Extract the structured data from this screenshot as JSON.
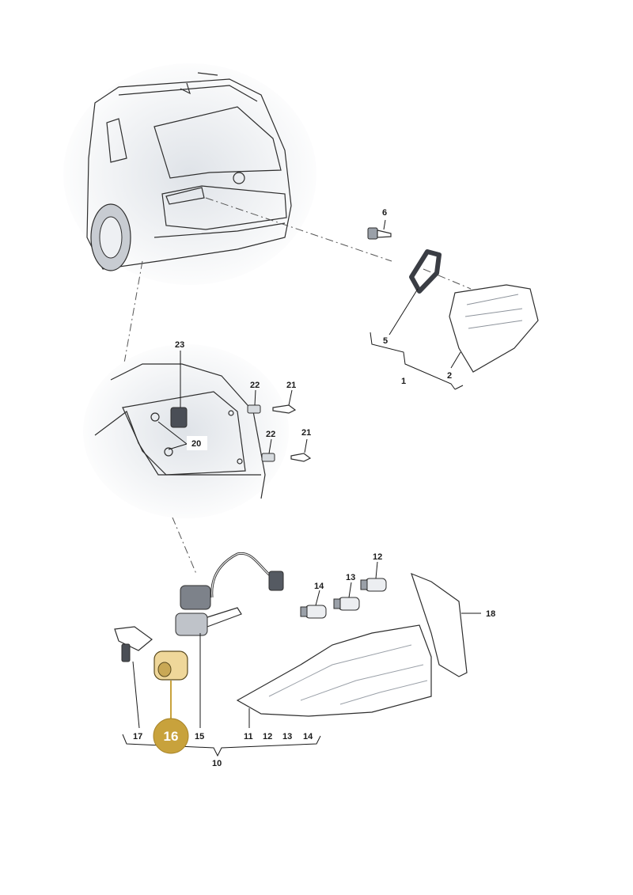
{
  "callouts": {
    "c1": "1",
    "c2": "2",
    "c5": "5",
    "c6": "6",
    "c10": "10",
    "c11": "11",
    "c12a": "12",
    "c12b": "12",
    "c13a": "13",
    "c13b": "13",
    "c14a": "14",
    "c14b": "14",
    "c15": "15",
    "c16": "16",
    "c17": "17",
    "c18": "18",
    "c20": "20",
    "c21a": "21",
    "c21b": "21",
    "c22a": "22",
    "c22b": "22",
    "c23": "23"
  },
  "highlight": {
    "part": "16",
    "color": "#c8a23c"
  },
  "colors": {
    "ink": "#2e2e2e",
    "shade": "#dde1e6",
    "lamp_dark": "#3c4048"
  }
}
